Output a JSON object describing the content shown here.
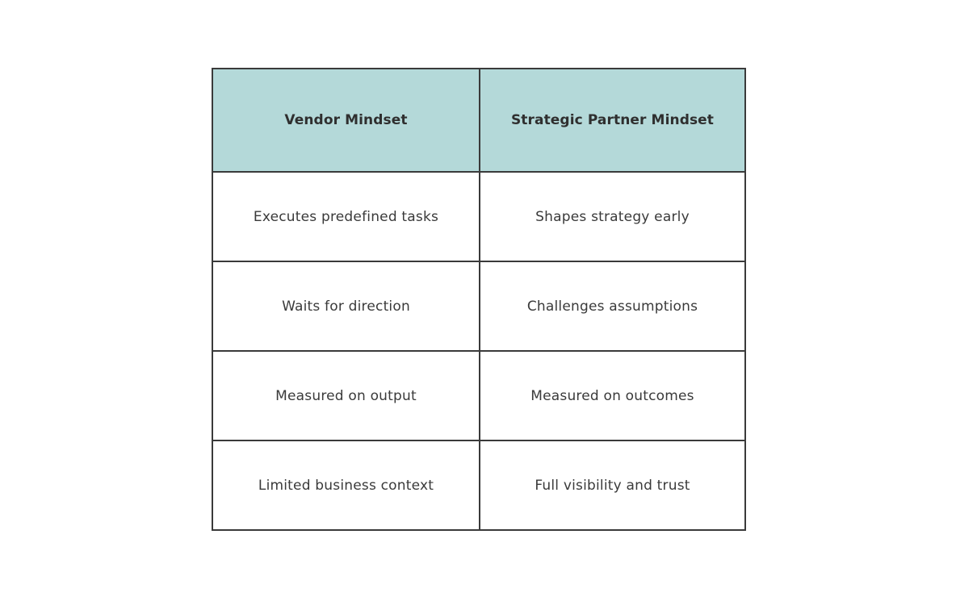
{
  "table": {
    "headers": [
      "Vendor Mindset",
      "Strategic Partner Mindset"
    ],
    "rows": [
      [
        "Executes predefined tasks",
        "Shapes strategy early"
      ],
      [
        "Waits for direction",
        "Challenges assumptions"
      ],
      [
        "Measured on output",
        "Measured on outcomes"
      ],
      [
        "Limited business context",
        "Full visibility and trust"
      ]
    ],
    "header_color": "#b4d9d9",
    "border_color": "#3a3a3a"
  }
}
